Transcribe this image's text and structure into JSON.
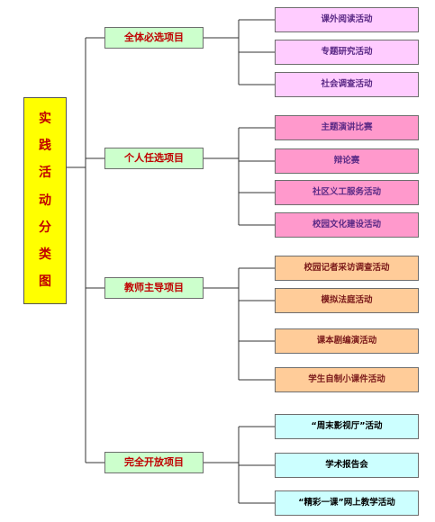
{
  "root_label": [
    "实",
    "践",
    "活",
    "动",
    "分",
    "类",
    "图"
  ],
  "categories": [
    {
      "label": "全体必选项目",
      "items": [
        "课外阅读活动",
        "专题研究活动",
        "社会调查活动"
      ]
    },
    {
      "label": "个人任选项目",
      "items": [
        "主题演讲比赛",
        "辩论赛",
        "社区义工服务活动",
        "校园文化建设活动"
      ]
    },
    {
      "label": "教师主导项目",
      "items": [
        "校园记者采访调查活动",
        "模拟法庭活动",
        "课本剧编演活动",
        "学生自制小课件活动"
      ]
    },
    {
      "label": "完全开放项目",
      "items": [
        "“周末影视厅”活动",
        "学术报告会",
        "“精彩一课”网上教学活动"
      ]
    }
  ],
  "colors": {
    "root_fill": "#ffff00",
    "root_text": "#c00000",
    "category_fill": "#ccffcc",
    "category_text": "#c00000",
    "group_fills": [
      "#ffccff",
      "#ff99cc",
      "#ffcc99",
      "#ccffff"
    ],
    "line": "#333333"
  }
}
